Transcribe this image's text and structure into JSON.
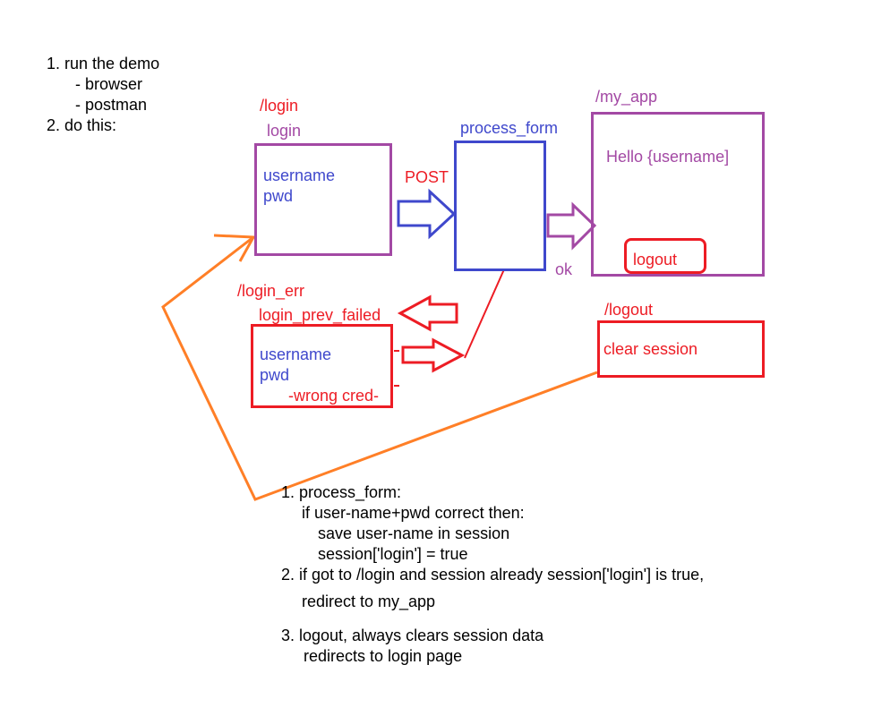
{
  "intro": {
    "l1": "1. run the demo",
    "l2": "- browser",
    "l3": "- postman",
    "l4": "2. do this:"
  },
  "login": {
    "route": "/login",
    "title": "login",
    "f1": "username",
    "f2": "pwd"
  },
  "post_label": "POST",
  "process": {
    "title": "process_form"
  },
  "my_app": {
    "route": "/my_app",
    "greeting": "Hello {username]",
    "logout_btn": "logout"
  },
  "ok_label": "ok",
  "login_err": {
    "route": "/login_err",
    "title": "login_prev_failed",
    "f1": "username",
    "f2": "pwd",
    "note": "-wrong cred-"
  },
  "logout": {
    "route": "/logout",
    "action": "clear session"
  },
  "notes": {
    "n1": "1. process_form:",
    "n1a": "if user-name+pwd correct then:",
    "n1b": "save user-name in session",
    "n1c": "session['login'] = true",
    "n2": "2. if got to /login and session already session['login'] is true,",
    "n2a": "redirect to my_app",
    "n3": "3. logout, always clears session data",
    "n3a": "redirects to login page"
  },
  "colors": {
    "red": "#ed1c24",
    "blue": "#3f48cc",
    "purple": "#a349a4",
    "orange": "#ff7f27"
  }
}
